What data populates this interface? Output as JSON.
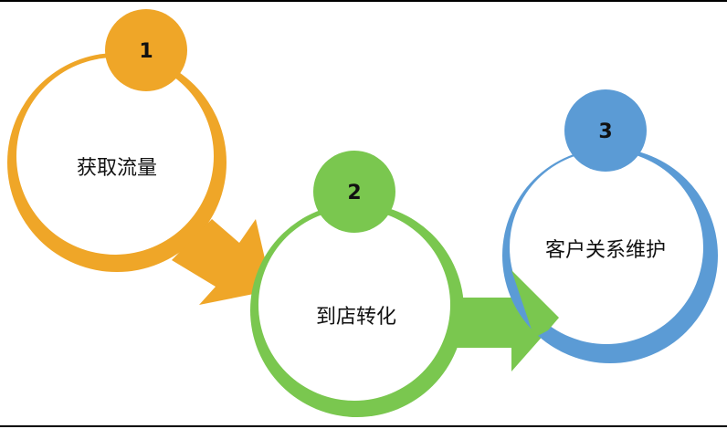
{
  "steps": [
    {
      "number": "1",
      "label": "获取流量",
      "color": "#EFA628"
    },
    {
      "number": "2",
      "label": "到店转化",
      "color": "#7AC74F"
    },
    {
      "number": "3",
      "label": "客户关系维护",
      "color": "#5B9BD5"
    }
  ]
}
